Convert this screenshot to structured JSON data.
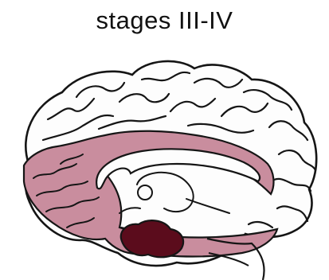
{
  "figure": {
    "title": "stages III-IV"
  },
  "colors": {
    "background": "#ffffff",
    "outline": "#151515",
    "cortex": "#fdfdfd",
    "limbic_involvement": "#c98d9e",
    "severe_involvement": "#5b0c1c"
  },
  "regions": [
    {
      "name": "cortex",
      "fill": "cortex"
    },
    {
      "name": "limbic-band",
      "fill": "limbic_involvement"
    },
    {
      "name": "medial-temporal-core",
      "fill": "severe_involvement"
    }
  ]
}
